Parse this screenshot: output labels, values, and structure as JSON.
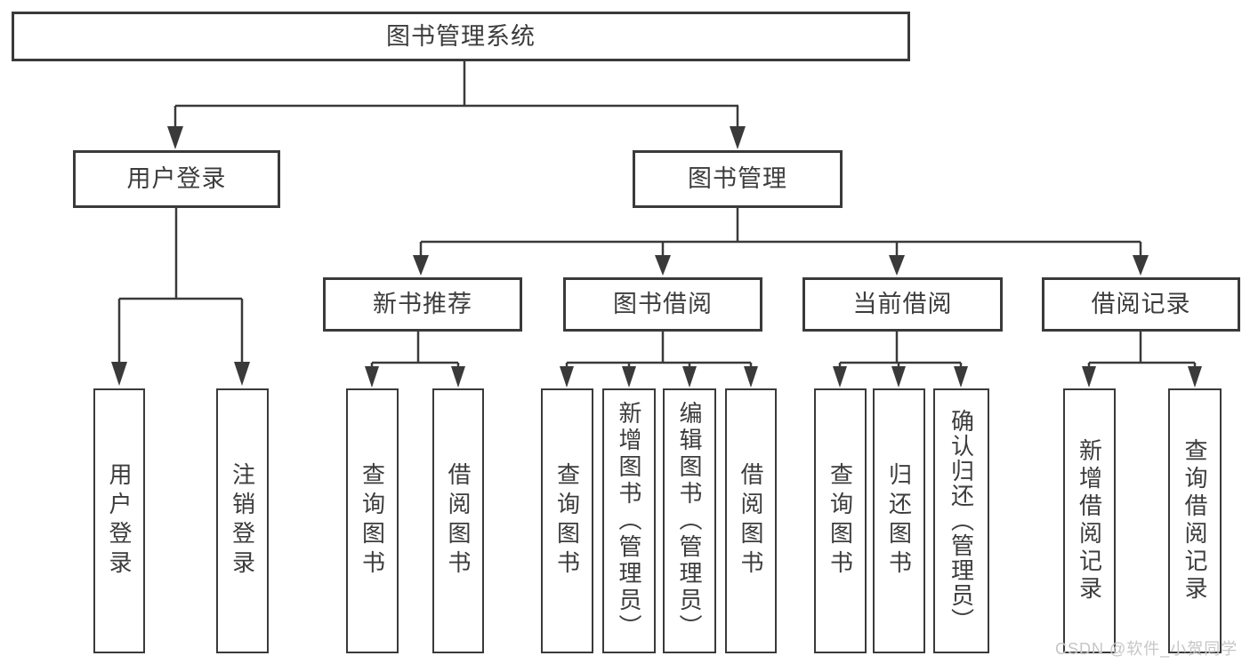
{
  "nodes": {
    "root": "图书管理系统",
    "level2": {
      "user_login": "用户登录",
      "book_management": "图书管理"
    },
    "level3": {
      "new_books": "新书推荐",
      "book_borrowing": "图书借阅",
      "current_borrowing": "当前借阅",
      "borrowing_records": "借阅记录"
    },
    "leaves": {
      "user_login": [
        "用户登录",
        "注销登录"
      ],
      "new_books": [
        "查询图书",
        "借阅图书"
      ],
      "book_borrowing": [
        "查询图书",
        "新增图书（管理员）",
        "编辑图书（管理员）",
        "借阅图书"
      ],
      "current_borrowing": [
        "查询图书",
        "归还图书",
        "确认归还（管理员）"
      ],
      "borrowing_records": [
        "新增借阅记录",
        "查询借阅记录"
      ]
    }
  },
  "watermark": "CSDN @软件_小贺同学",
  "colors": {
    "line": "#3a3a3a",
    "text": "#3c3c3c",
    "background": "#ffffff",
    "watermark": "#c3c3c3"
  }
}
